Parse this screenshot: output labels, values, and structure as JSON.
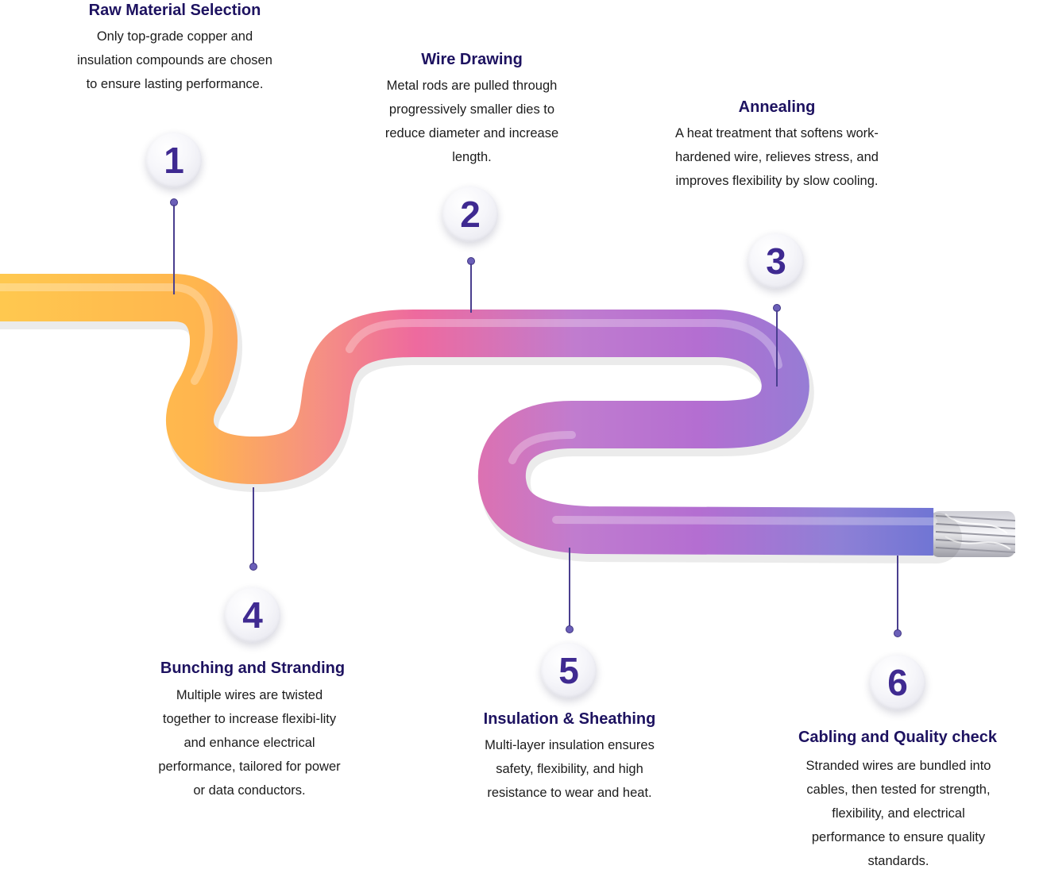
{
  "steps": [
    {
      "number": "1",
      "title": "Raw Material Selection",
      "description": "Only top-grade copper and insulation compounds are chosen to ensure lasting performance."
    },
    {
      "number": "2",
      "title": "Wire Drawing",
      "description": "Metal rods are pulled through progressively smaller dies to reduce diameter and increase length."
    },
    {
      "number": "3",
      "title": "Annealing",
      "description": "A heat treatment that softens work-hardened wire, relieves stress, and improves flexibility by slow cooling."
    },
    {
      "number": "4",
      "title": "Bunching and Stranding",
      "description": "Multiple wires are twisted together to increase flexibi-lity and enhance electrical performance, tailored for power or data conductors."
    },
    {
      "number": "5",
      "title": "Insulation & Sheathing",
      "description": "Multi-layer insulation ensures safety, flexibility, and high resistance to wear and heat."
    },
    {
      "number": "6",
      "title": "Cabling and Quality check",
      "description": "Stranded wires are bundled into cables, then tested for strength, flexibility, and electrical performance to ensure quality standards."
    }
  ],
  "colors": {
    "title": "#1d1260",
    "badge_number": "#3f2a91",
    "cable_start": "#ffc94f",
    "cable_mid": "#ee6a9e",
    "cable_purple": "#b07ad0",
    "cable_end": "#7b7fd6",
    "connector": "#4a3f8f"
  }
}
